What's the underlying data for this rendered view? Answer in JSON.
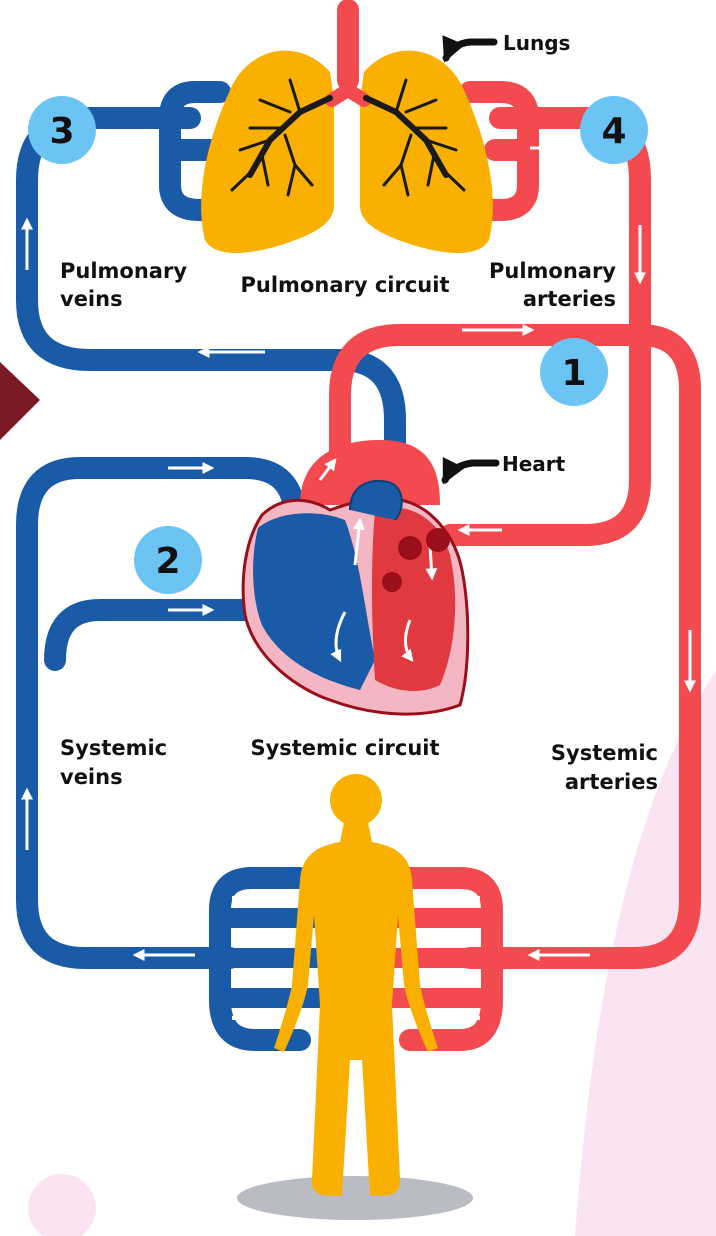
{
  "labels": {
    "lungs": "Lungs",
    "heart": "Heart",
    "pulmonary_veins_1": "Pulmonary",
    "pulmonary_veins_2": "veins",
    "pulmonary_arteries_1": "Pulmonary",
    "pulmonary_arteries_2": "arteries",
    "pulmonary_circuit": "Pulmonary circuit",
    "systemic_circuit": "Systemic circuit",
    "systemic_veins_1": "Systemic",
    "systemic_veins_2": "veins",
    "systemic_arteries_1": "Systemic",
    "systemic_arteries_2": "arteries"
  },
  "markers": {
    "m1": "1",
    "m2": "2",
    "m3": "3",
    "m4": "4"
  },
  "colors": {
    "deoxygenated_blue": "#1a5ba8",
    "oxygenated_red": "#f24a4f",
    "organ_yellow": "#f9b000",
    "marker_bg": "#6cc4f5",
    "heart_pink": "#f4b6c2",
    "heart_dark_red": "#9a0f1a",
    "decor_pink": "#fbe4f1",
    "decor_maroon": "#7a1a24",
    "shadow_gray": "#b9bcc3"
  }
}
